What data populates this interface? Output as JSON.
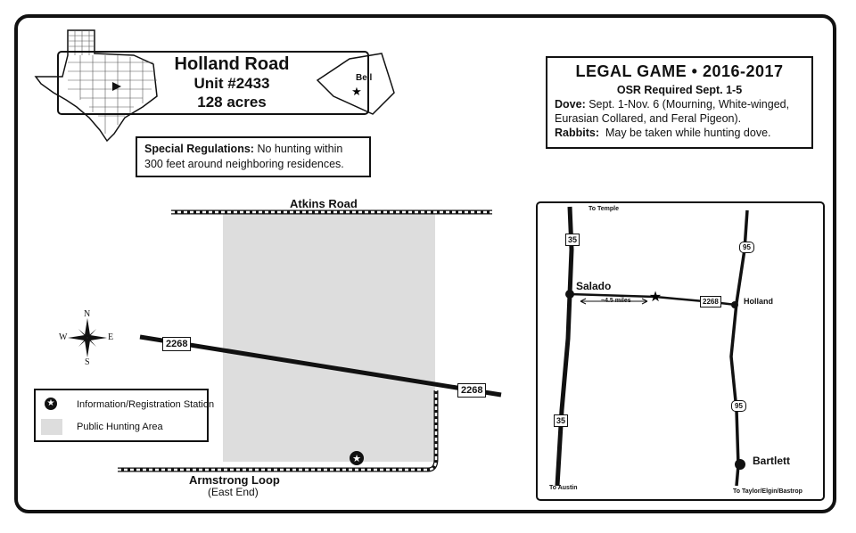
{
  "title": {
    "name": "Holland Road",
    "unit": "Unit #2433",
    "acres": "128 acres"
  },
  "county_label": "Bell",
  "special_regulations": {
    "label": "Special Regulations:",
    "text": "No hunting within 300 feet around neighboring residences."
  },
  "legal_game": {
    "heading": "LEGAL GAME • 2016-2017",
    "osr": "OSR Required Sept. 1-5",
    "dove_label": "Dove:",
    "dove_text": "Sept. 1-Nov. 6 (Mourning, White-winged, Eurasian Collared, and Feral Pigeon).",
    "rabbits_label": "Rabbits:",
    "rabbits_text": "May be taken while hunting dove."
  },
  "roads": {
    "atkins": "Atkins Road",
    "fm_left": "2268",
    "fm_right": "2268",
    "armstrong": "Armstrong Loop",
    "armstrong_sub": "(East End)"
  },
  "compass": {
    "n": "N",
    "s": "S",
    "e": "E",
    "w": "W"
  },
  "legend": {
    "station": "Information/Registration Station",
    "area": "Public Hunting Area",
    "area_color": "#dddddd"
  },
  "inset": {
    "to_temple": "To Temple",
    "to_austin": "To Austin",
    "to_taylor": "To Taylor/Elgin/Bastrop",
    "salado": "Salado",
    "holland": "Holland",
    "bartlett": "Bartlett",
    "distance": "~4.5 miles",
    "i35_top": "35",
    "i35_bottom": "35",
    "sh95_top": "95",
    "sh95_bottom": "95",
    "fm2268": "2268"
  }
}
